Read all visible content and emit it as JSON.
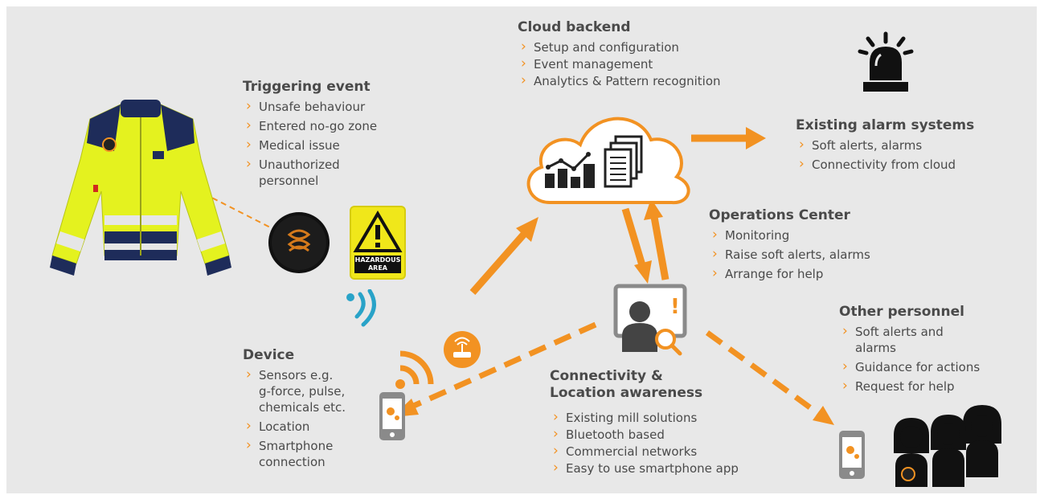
{
  "colors": {
    "accent": "#f29222",
    "background": "#e8e8e8",
    "text": "#4a4a4a",
    "wireless": "#29a3c8",
    "jacket": "#e4f21f",
    "navy": "#1e2c5a"
  },
  "cloud_backend": {
    "title": "Cloud backend",
    "items": [
      "Setup and configuration",
      "Event management",
      "Analytics & Pattern recognition"
    ]
  },
  "triggering_event": {
    "title": "Triggering event",
    "items": [
      "Unsafe behaviour",
      "Entered no-go zone",
      "Medical issue",
      "Unauthorized personnel"
    ]
  },
  "alarm_systems": {
    "title": "Existing alarm systems",
    "items": [
      "Soft alerts, alarms",
      "Connectivity from cloud"
    ]
  },
  "operations_center": {
    "title": "Operations Center",
    "items": [
      "Monitoring",
      "Raise soft alerts, alarms",
      "Arrange for help"
    ]
  },
  "device": {
    "title": "Device",
    "items": [
      "Sensors e.g. g-force, pulse, chemicals etc.",
      "Location",
      "Smartphone connection"
    ]
  },
  "connectivity": {
    "title_line1": "Connectivity &",
    "title_line2": "Location awareness",
    "items": [
      "Existing mill solutions",
      "Bluetooth based",
      "Commercial networks",
      "Easy to use smartphone app"
    ]
  },
  "other_personnel": {
    "title": "Other personnel",
    "items": [
      "Soft alerts and alarms",
      "Guidance for actions",
      "Request for help"
    ]
  },
  "hazard_sign": {
    "line1": "HAZARDOUS",
    "line2": "AREA"
  },
  "icons": [
    "jacket-illustration",
    "wearable-sensor-icon",
    "hazard-sign-icon",
    "wireless-signal-icon",
    "cloud-icon",
    "analytics-chart-icon",
    "documents-icon",
    "alarm-beacon-icon",
    "operator-monitor-icon",
    "router-icon",
    "smartphone-icon",
    "personnel-group-icon"
  ]
}
